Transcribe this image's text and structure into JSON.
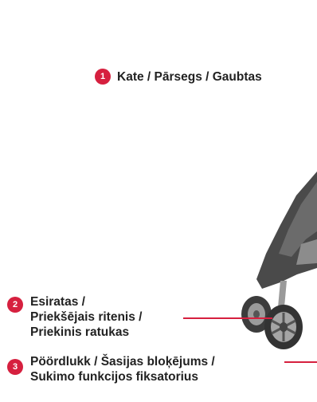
{
  "colors": {
    "accent": "#d6203f",
    "text": "#222222",
    "stroller_dark": "#4a4a4a",
    "stroller_light": "#8c8c8c"
  },
  "callouts": [
    {
      "number": "1",
      "lines": [
        "Kate / Pārsegs / Gaubtas"
      ]
    },
    {
      "number": "2",
      "lines": [
        "Esiratas /",
        "Priekšējais ritenis /",
        "Priekinis ratukas"
      ]
    },
    {
      "number": "3",
      "lines": [
        "Pöördlukk / Šasijas bloķējums /",
        "Sukimo funkcijos fiksatorius"
      ]
    }
  ]
}
